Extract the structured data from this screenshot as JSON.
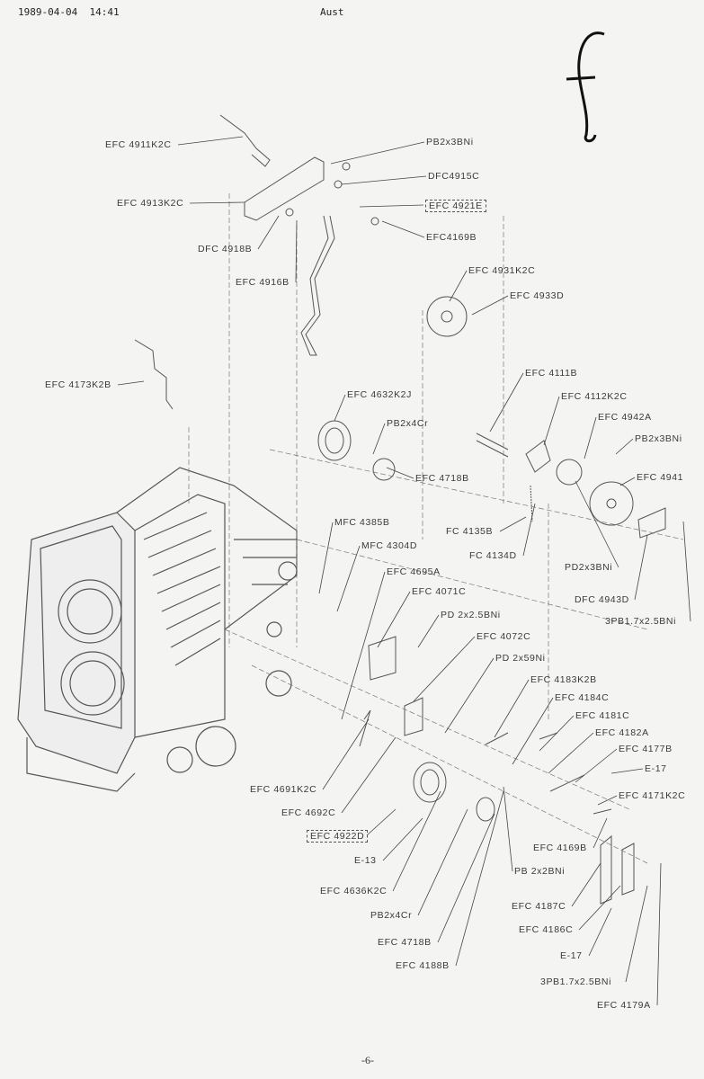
{
  "header": {
    "timestamp": "1989-04-04  14:41",
    "sender": "Aust"
  },
  "handwritten_mark": "f",
  "page_number": "-6-",
  "part_labels": [
    "EFC 4911K2C",
    "PB2x3BNi",
    "DFC4915C",
    "EFC 4913K2C",
    "EFC 4921E",
    "EFC4169B",
    "DFC 4918B",
    "EFC 4916B",
    "EFC 4931K2C",
    "EFC 4933D",
    "EFC 4173K2B",
    "EFC 4111B",
    "EFC 4632K2J",
    "EFC 4112K2C",
    "EFC 4942A",
    "PB2x4Cr",
    "PB2x3BNi",
    "EFC 4718B",
    "EFC 4941",
    "MFC 4385B",
    "FC 4135B",
    "FC 4134D",
    "MFC 4304D",
    "PD2x3BNi",
    "EFC 4695A",
    "EFC 4071C",
    "DFC 4943D",
    "PD 2x2.5BNi",
    "3PB1.7x2.5BNi",
    "EFC 4072C",
    "PD 2x59Ni",
    "EFC 4183K2B",
    "EFC 4184C",
    "EFC 4181C",
    "EFC 4182A",
    "EFC 4177B",
    "E-17",
    "EFC 4691K2C",
    "EFC 4171K2C",
    "EFC 4692C",
    "EFC 4922D",
    "EFC 4169B",
    "E-13",
    "PB 2x2BNi",
    "EFC 4636K2C",
    "EFC 4187C",
    "PB2x4Cr",
    "EFC 4186C",
    "EFC 4718B",
    "E-17",
    "EFC 4188B",
    "3PB1.7x2.5BNi",
    "EFC 4179A"
  ]
}
